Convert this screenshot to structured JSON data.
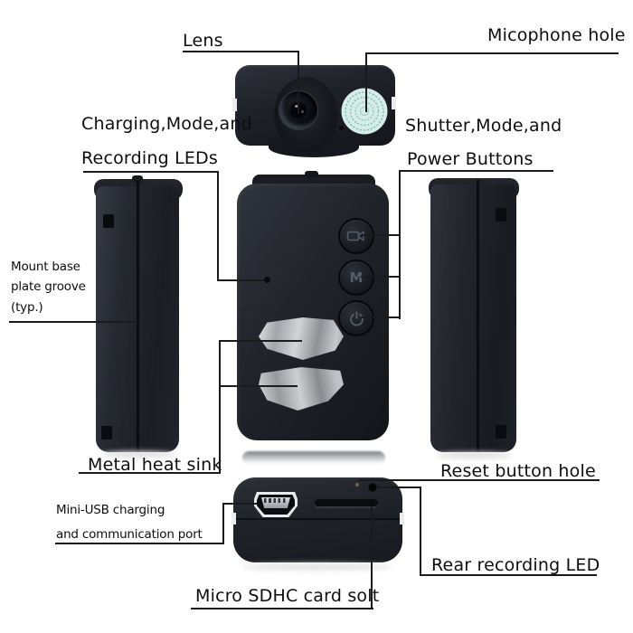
{
  "page": {
    "background": "#ffffff",
    "text_color": "#0e0e0e",
    "line_color": "#1b1b1b"
  },
  "labels": {
    "lens": "Lens",
    "microphone_hole": "Micophone hole",
    "front_leds_line1": "Charging,Mode,and",
    "front_leds_line2": "Recording LEDs",
    "buttons_line1": "Shutter,Mode,and",
    "buttons_line2": "Power Buttons",
    "mount_groove_line1": "Mount base",
    "mount_groove_line2": "plate groove",
    "mount_groove_line3": "(typ.)",
    "heat_sink": "Metal heat sink",
    "reset_hole": "Reset button hole",
    "mini_usb_line1": "Mini-USB charging",
    "mini_usb_line2": "and communication port",
    "rear_led": "Rear recording LED",
    "sd_slot": "Micro SDHC card solt"
  },
  "device": {
    "mode_button_glyph": "M",
    "colors": {
      "body_dark": "#1b1d23",
      "body_light": "#30343c",
      "metal_plate": "#b9bbbe",
      "sticker_fill": "#d6ece6",
      "sticker_ring": "#79bcb0",
      "led_hole": "#060608"
    }
  }
}
